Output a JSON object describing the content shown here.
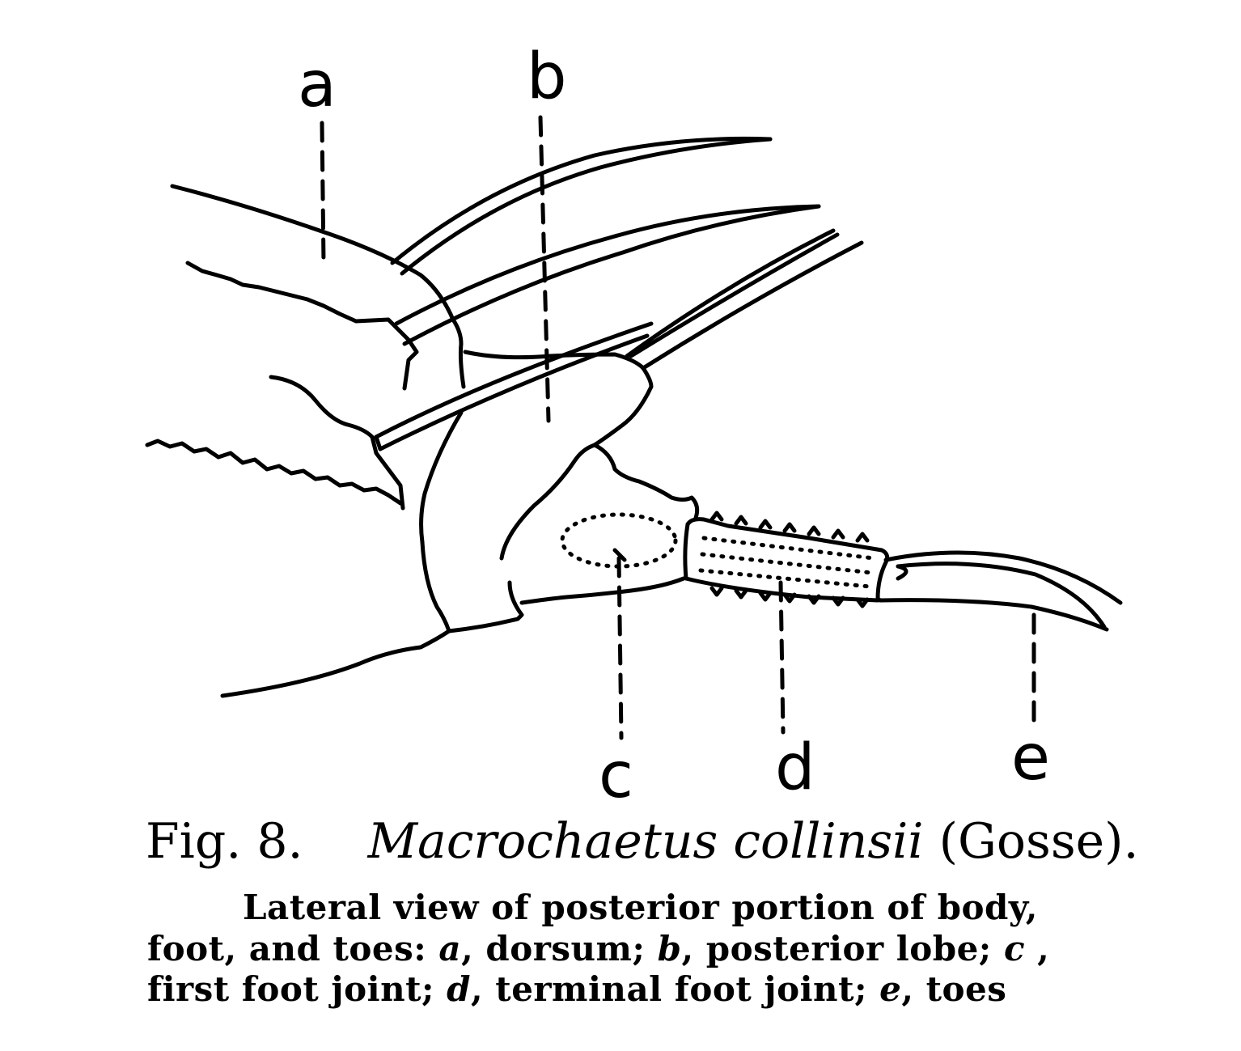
{
  "labels": {
    "a": "a",
    "b": "b",
    "c": "c",
    "d": "d",
    "e": "e"
  },
  "caption": {
    "fig_number": "Fig. 8.",
    "species": "Macrochaetus collinsii",
    "authority": "(Gosse).",
    "line1": "Lateral view of posterior portion of body,",
    "line2_a": "foot, and toes: ",
    "line2_ai": "a",
    "line2_b": ", dorsum; ",
    "line2_bi": "b",
    "line2_c": ", posterior lobe; ",
    "line2_ci": "c",
    "line2_d": " ,",
    "line3_a": "first foot joint; ",
    "line3_ai": "d",
    "line3_b": ", terminal foot joint; ",
    "line3_bi": "e",
    "line3_c": ", toes"
  },
  "colors": {
    "ink": "#000000",
    "paper": "#ffffff"
  }
}
